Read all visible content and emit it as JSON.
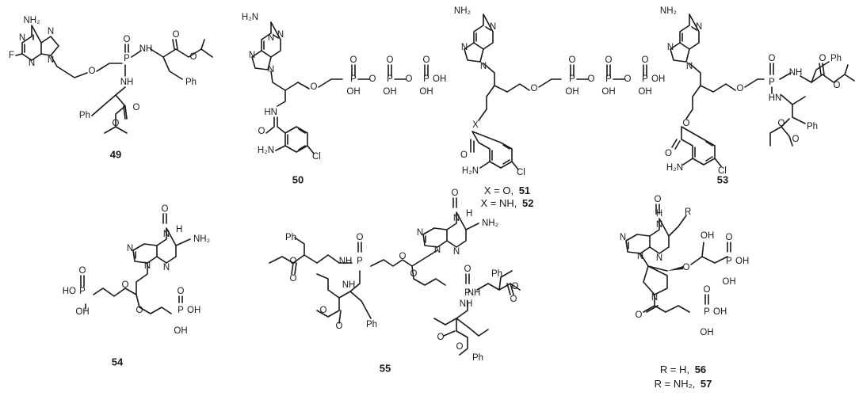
{
  "compounds": [
    {
      "number": "49"
    },
    {
      "number": "50"
    },
    {
      "number": "51",
      "note": "X = O,"
    },
    {
      "number": "52",
      "note": "X = NH,"
    },
    {
      "number": "53"
    },
    {
      "number": "54"
    },
    {
      "number": "55"
    },
    {
      "number": "56",
      "note": "R = H,"
    },
    {
      "number": "57",
      "note": "R = NH₂,"
    }
  ],
  "labels": {
    "nh2": "NH₂",
    "h2n": "H₂N",
    "n": "N",
    "nh": "NH",
    "hn": "HN",
    "h": "H",
    "o": "O",
    "p": "P",
    "oh": "OH",
    "ho": "HO",
    "f": "F",
    "cl": "Cl",
    "ph": "Ph",
    "x": "X",
    "r": "R",
    "hash_oh": "OH"
  }
}
